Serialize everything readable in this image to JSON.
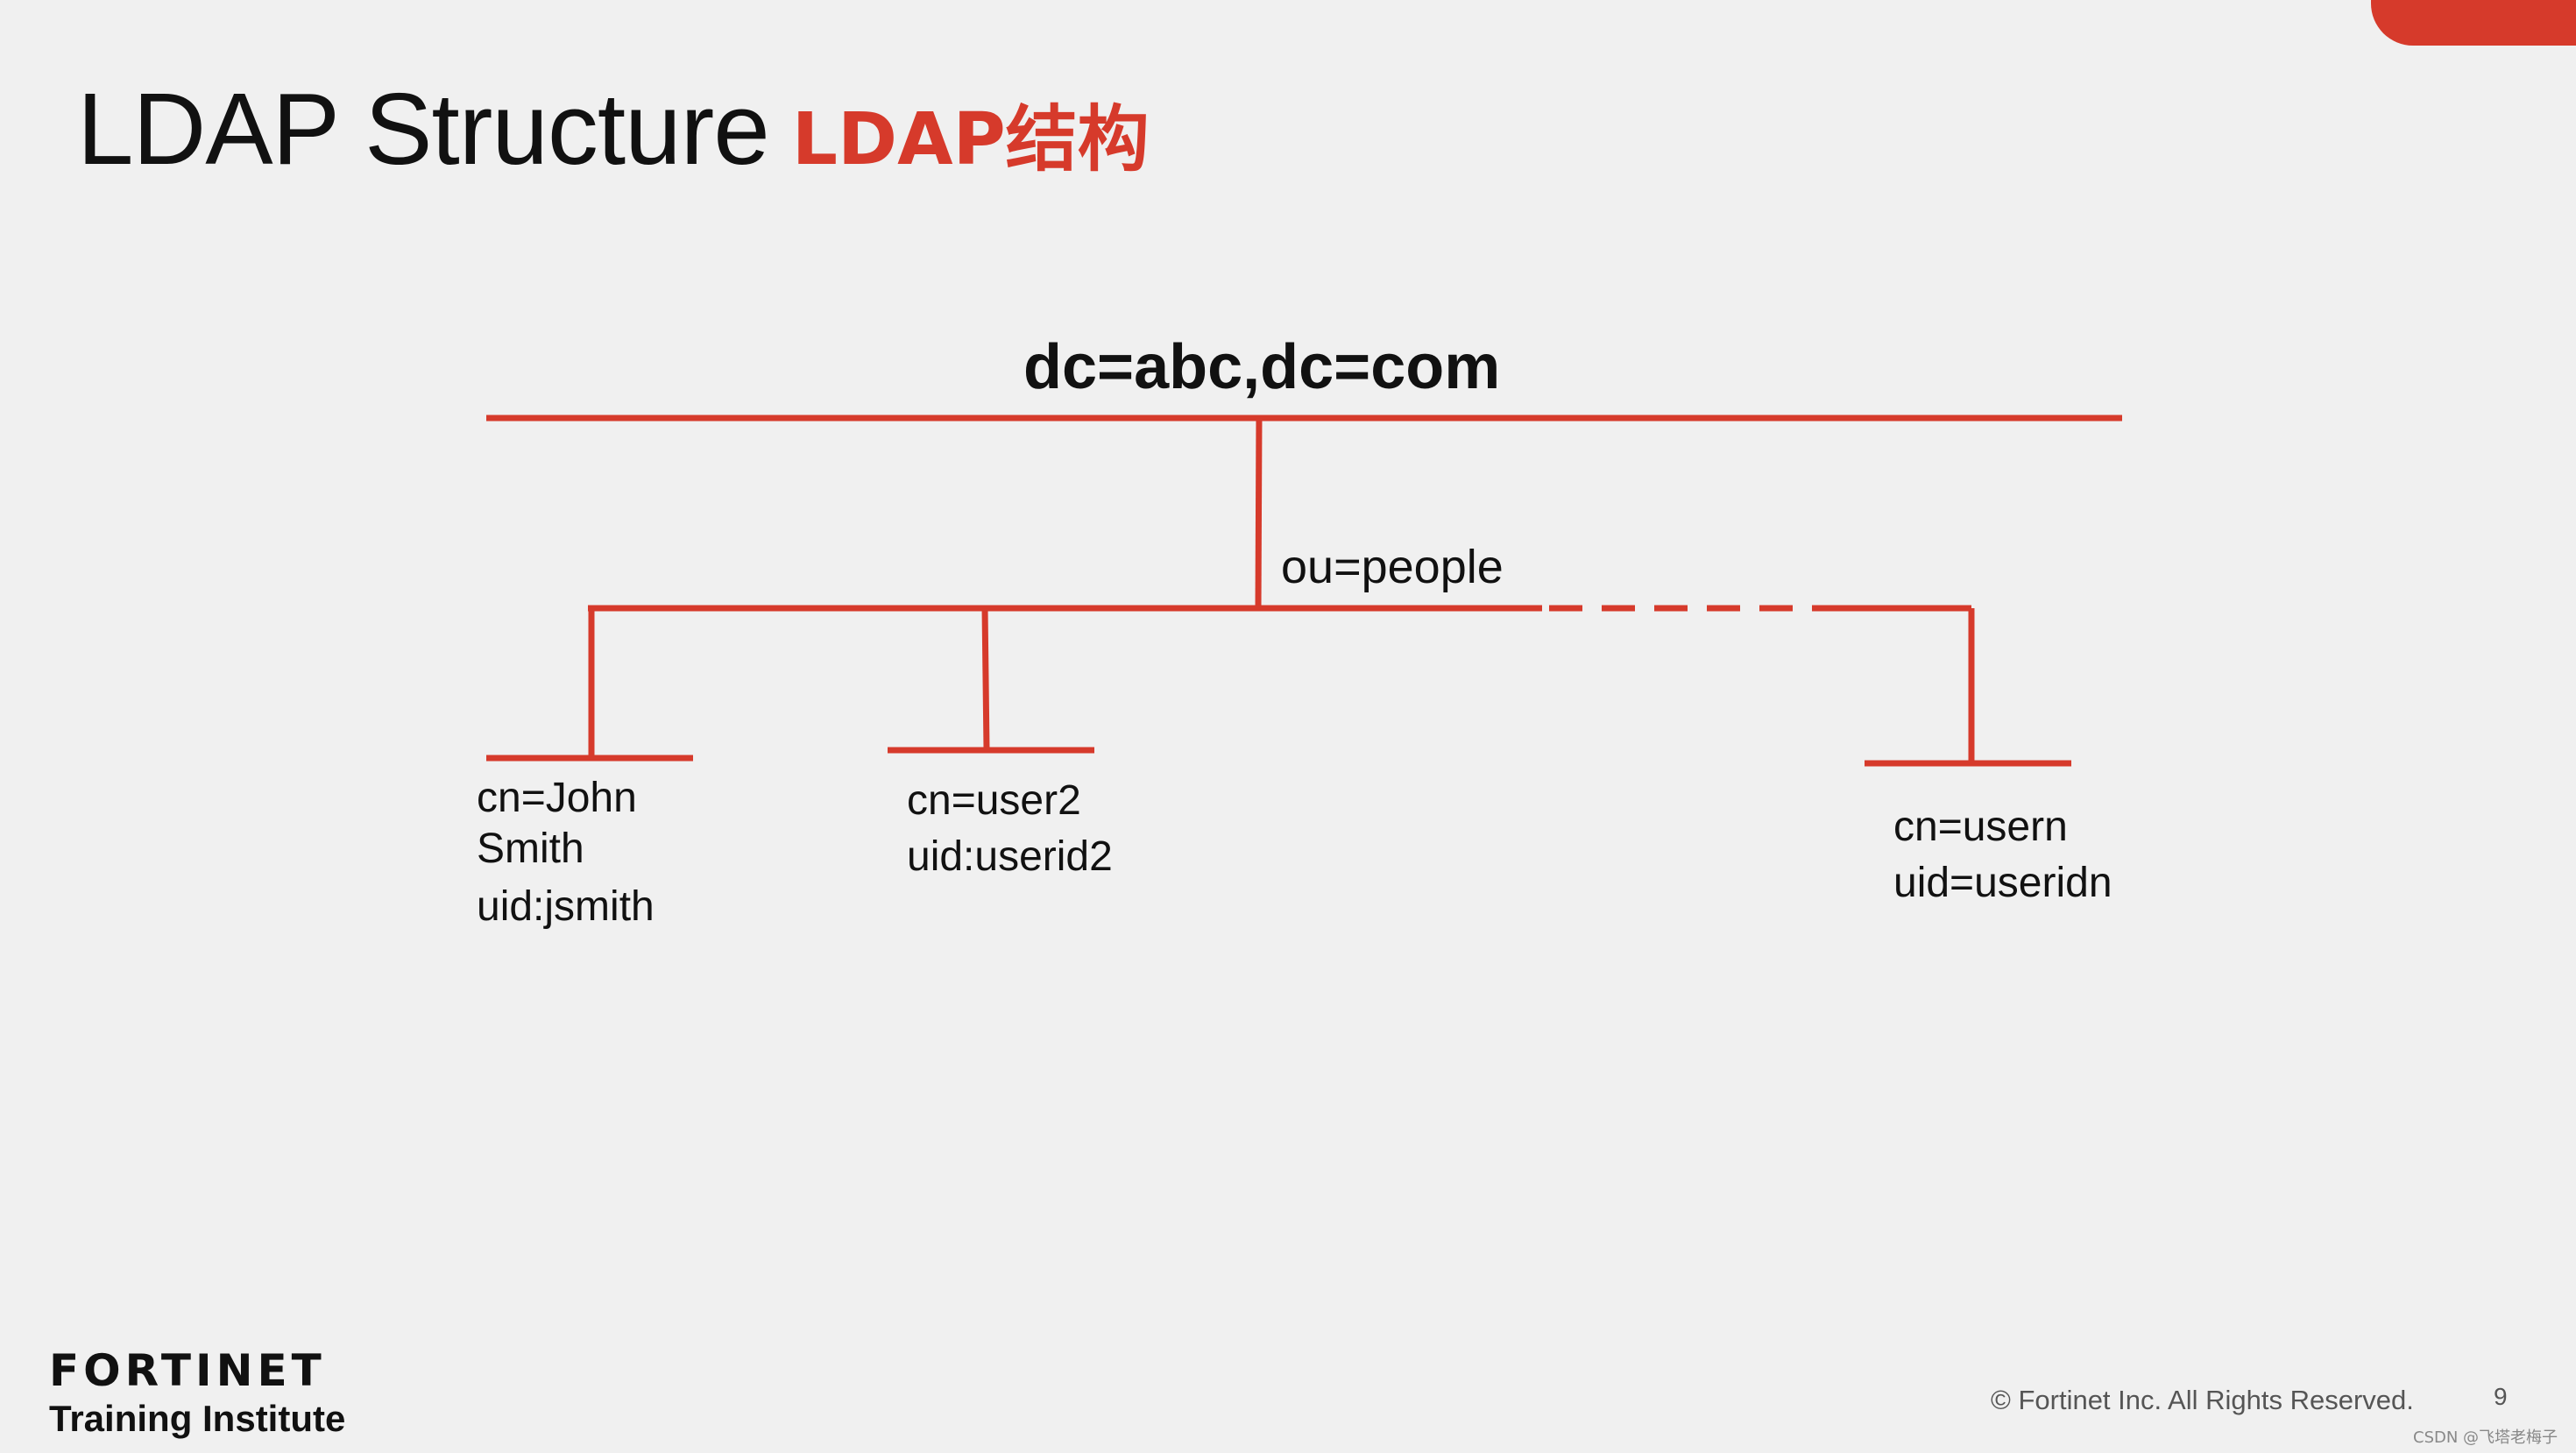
{
  "slide": {
    "title": "LDAP Structure",
    "title_cn": "LDAP结构",
    "accent_color": "#d63a2b",
    "background": "#f0f0f0",
    "page_number": "9"
  },
  "diagram": {
    "root": "dc=abc,dc=com",
    "branch": "ou=people",
    "leaves": [
      {
        "cn": "cn=John",
        "cn_cont": "Smith",
        "uid": "uid:jsmith"
      },
      {
        "cn": "cn=user2",
        "uid": "uid:userid2"
      },
      {
        "cn": "cn=usern",
        "uid": "uid=useridn"
      }
    ]
  },
  "footer": {
    "logo_text": "FORTINET",
    "logo_subtitle": "Training Institute",
    "copyright": "© Fortinet Inc. All Rights Reserved.",
    "watermark": "CSDN @飞塔老梅子"
  }
}
